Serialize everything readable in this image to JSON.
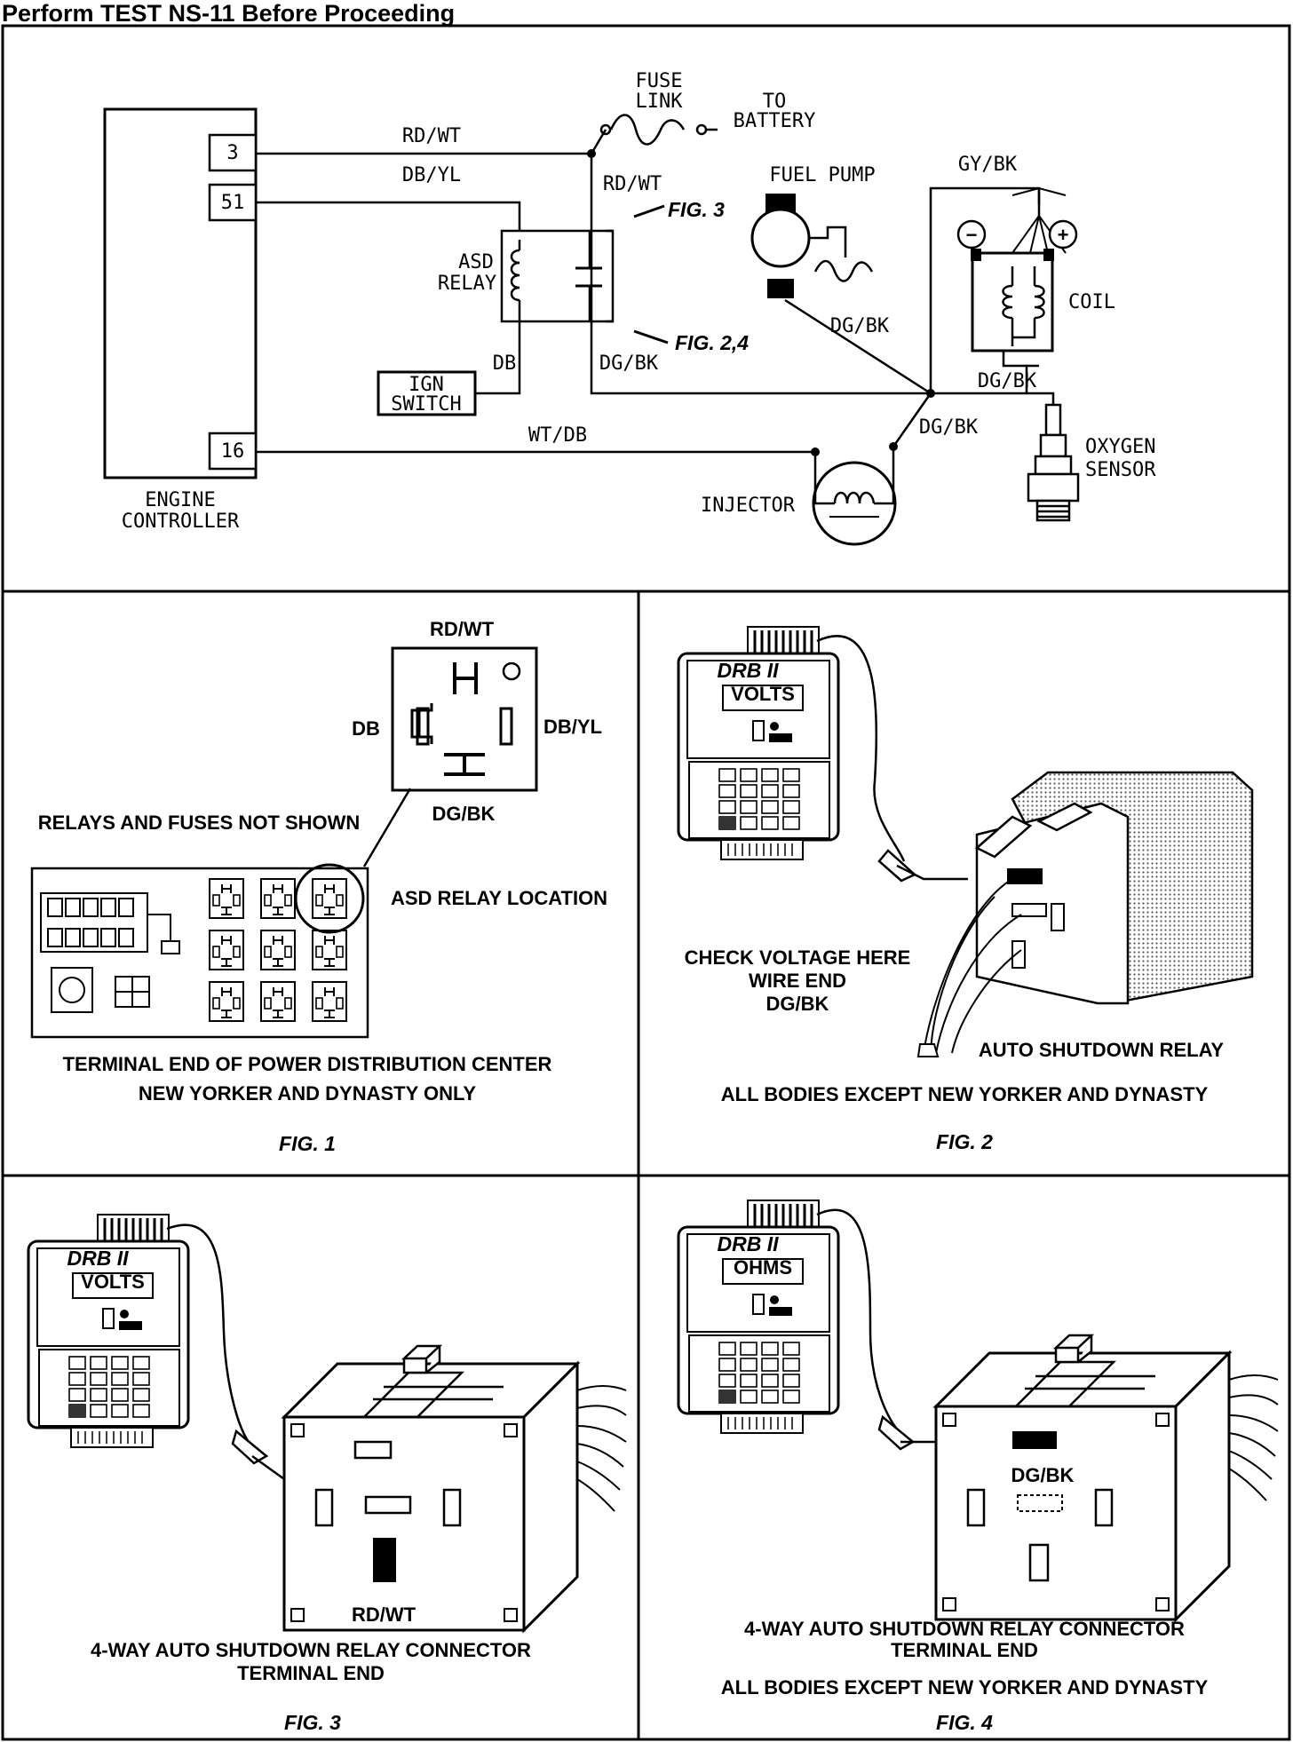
{
  "header": {
    "title": "Perform TEST NS-11 Before Proceeding"
  },
  "schematic": {
    "controller": {
      "label_line1": "ENGINE",
      "label_line2": "CONTROLLER",
      "pins": [
        "3",
        "51",
        "16"
      ]
    },
    "wires": {
      "rdwt_top": "RD/WT",
      "dbyl": "DB/YL",
      "rdwt_vert": "RD/WT",
      "db": "DB",
      "dgbk_relay": "DG/BK",
      "wtdb": "WT/DB",
      "dgbk_pump": "DG/BK",
      "dgbk_injector": "DG/BK",
      "gybk": "GY/BK",
      "dgbk_coil": "DG/BK"
    },
    "fuse_link": {
      "line1": "FUSE",
      "line2": "LINK"
    },
    "to_battery": {
      "line1": "TO",
      "line2": "BATTERY"
    },
    "asd_relay": {
      "line1": "ASD",
      "line2": "RELAY"
    },
    "ign_switch": {
      "line1": "IGN",
      "line2": "SWITCH"
    },
    "fuel_pump": "FUEL PUMP",
    "coil": "COIL",
    "coil_minus": "−",
    "coil_plus": "+",
    "oxygen_sensor": {
      "line1": "OXYGEN",
      "line2": "SENSOR"
    },
    "injector": "INJECTOR",
    "fig_ref_top": "FIG. 3",
    "fig_ref_bottom": "FIG. 2,4"
  },
  "fig1": {
    "pin_top": "RD/WT",
    "pin_left": "DB",
    "pin_right": "DB/YL",
    "pin_bottom": "DG/BK",
    "note": "RELAYS AND FUSES NOT SHOWN",
    "location": "ASD RELAY LOCATION",
    "caption1": "TERMINAL END OF POWER DISTRIBUTION CENTER",
    "caption2": "NEW YORKER AND DYNASTY ONLY",
    "fig_label": "FIG. 1"
  },
  "fig2": {
    "tester_brand": "DRB II",
    "tester_mode": "VOLTS",
    "check1": "CHECK VOLTAGE HERE",
    "check2": "WIRE END",
    "check3": "DG/BK",
    "relay_label": "AUTO SHUTDOWN RELAY",
    "caption": "ALL BODIES EXCEPT NEW YORKER AND DYNASTY",
    "fig_label": "FIG. 2"
  },
  "fig3": {
    "tester_brand": "DRB II",
    "tester_mode": "VOLTS",
    "pin_label": "RD/WT",
    "caption1": "4-WAY AUTO SHUTDOWN RELAY CONNECTOR",
    "caption2": "TERMINAL END",
    "fig_label": "FIG. 3"
  },
  "fig4": {
    "tester_brand": "DRB II",
    "tester_mode": "OHMS",
    "pin_label": "DG/BK",
    "caption1": "4-WAY AUTO SHUTDOWN RELAY CONNECTOR",
    "caption2": "TERMINAL END",
    "caption3": "ALL BODIES EXCEPT NEW YORKER AND DYNASTY",
    "fig_label": "FIG. 4"
  }
}
